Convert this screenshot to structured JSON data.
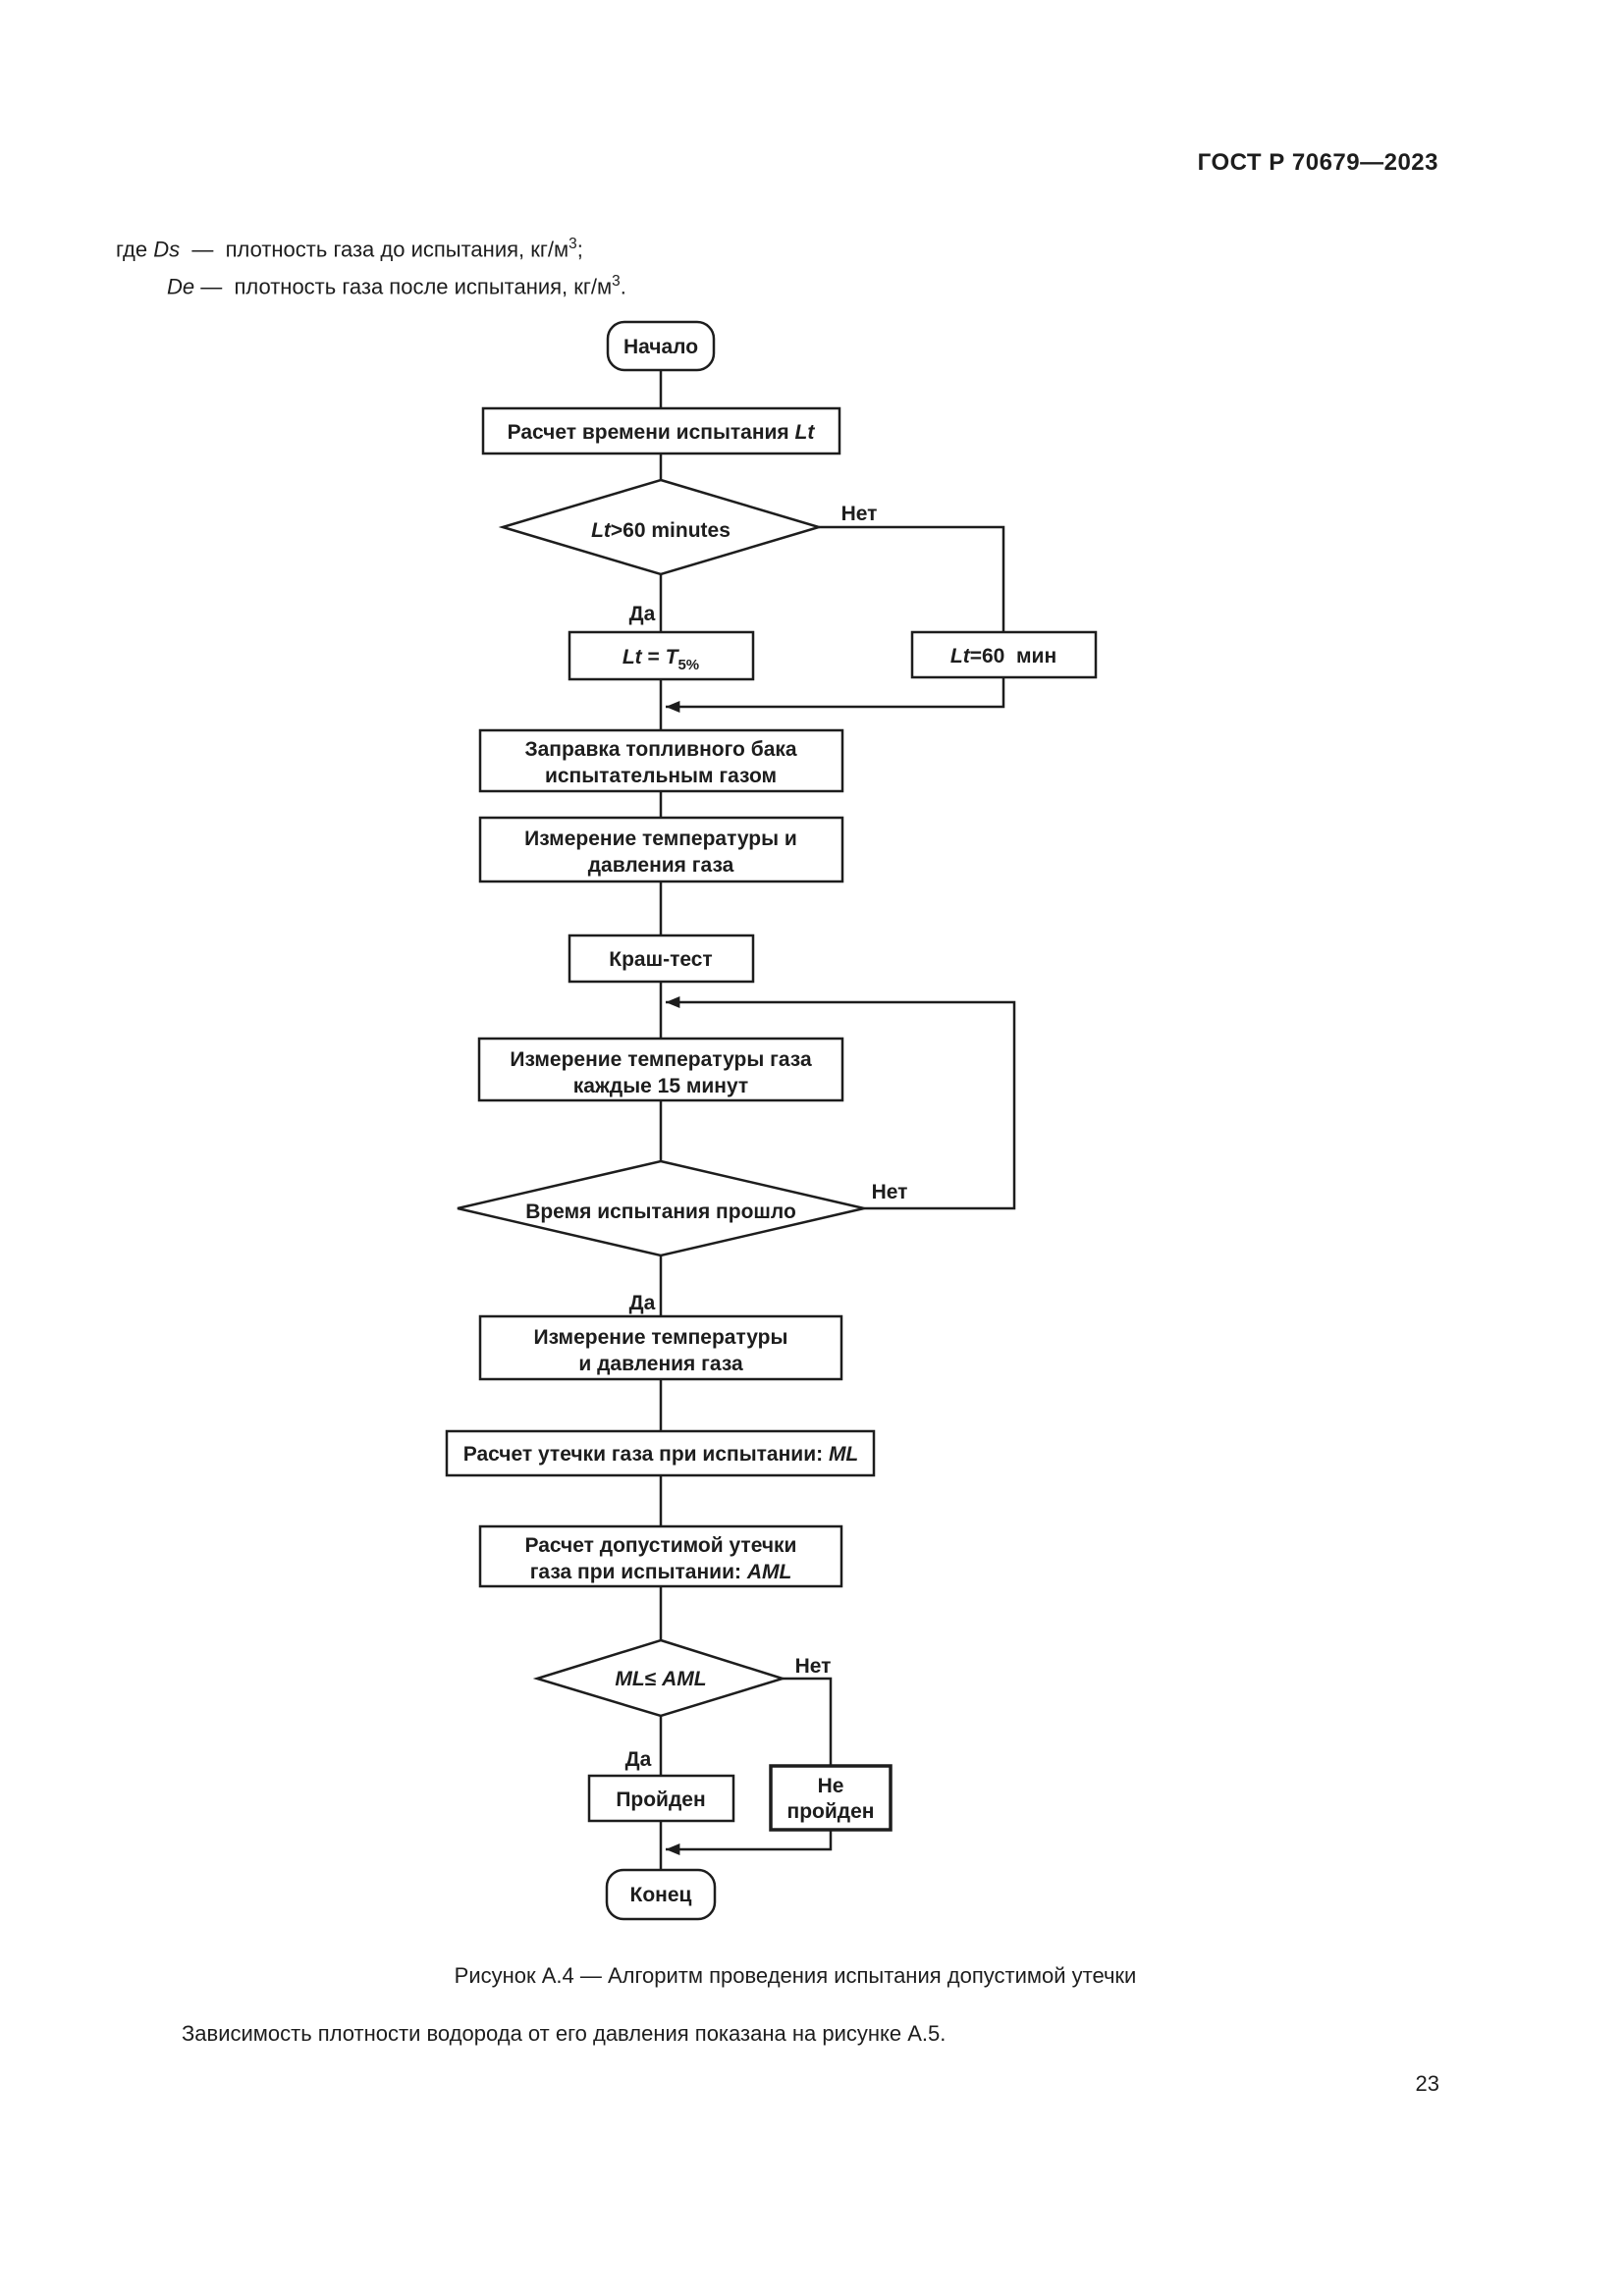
{
  "header": {
    "title": "ГОСТ Р 70679—2023"
  },
  "intro": {
    "line1": {
      "lead": "где ",
      "var": "Ds",
      "sep": "  —  ",
      "text": "плотность газа до испытания, кг/м",
      "sup": "3",
      "tail": ";"
    },
    "line2": {
      "var": "De",
      "sep": " —  ",
      "text": "плотность газа после испытания, кг/м",
      "sup": "3",
      "tail": "."
    }
  },
  "flowchart": {
    "labels": {
      "yes": "Да",
      "no": "Нет"
    },
    "nodes": {
      "start": {
        "label": "Начало"
      },
      "calc_time": {
        "text": "Расчет времени испытания ",
        "var": "Lt"
      },
      "decision_time": {
        "var": "Lt",
        "text": ">60 minutes"
      },
      "set_t5": {
        "var": "Lt",
        "eq": " = ",
        "base": "T",
        "sub": "5%"
      },
      "set_60": {
        "var": "Lt",
        "text": "=60  мин"
      },
      "fill_tank": {
        "line1": "Заправка топливного бака",
        "line2": "испытательным газом"
      },
      "measure_tp1": {
        "line1": "Измерение температуры и",
        "line2": "давления газа"
      },
      "crash_test": {
        "label": "Краш-тест"
      },
      "measure_15": {
        "line1": "Измерение температуры газа",
        "line2": "каждые 15 минут"
      },
      "decision_elapsed": {
        "label": "Время испытания прошло"
      },
      "measure_tp2": {
        "line1": "Измерение температуры",
        "line2": "и давления газа"
      },
      "calc_ml": {
        "text": "Расчет утечки газа при испытании: ",
        "var": "ML"
      },
      "calc_aml": {
        "line1": "Расчет допустимой утечки",
        "line2": "газа при испытании: ",
        "var": "AML"
      },
      "decision_ml": {
        "a": "ML",
        "op": "≤ ",
        "b": "AML"
      },
      "passed": {
        "label": "Пройден"
      },
      "not_passed": {
        "line1": "Не",
        "line2": "пройден"
      },
      "end": {
        "label": "Конец"
      }
    }
  },
  "caption": "Рисунок А.4 — Алгоритм проведения испытания допустимой утечки",
  "closing": "Зависимость плотности водорода от его давления показана на рисунке А.5.",
  "footer": {
    "page_number": "23"
  }
}
